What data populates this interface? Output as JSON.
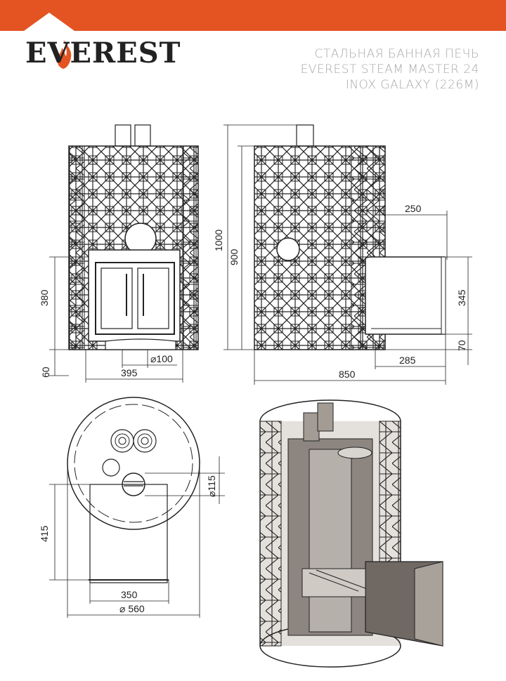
{
  "brand": {
    "name": "EVEREST",
    "accent_color": "#e35422",
    "logo_icon": "flame-icon"
  },
  "title": {
    "line1": "СТАЛЬНАЯ БАННАЯ ПЕЧЬ",
    "line2": "EVEREST STEAM MASTER 24",
    "line3": "INOX GALAXY (226M)"
  },
  "dimensions": {
    "front_height_380": "380",
    "front_height_60": "60",
    "front_width_395": "395",
    "front_diameter_100": "⌀100",
    "side_height_1000": "1000",
    "side_height_900": "900",
    "side_width_250": "250",
    "side_height_345": "345",
    "side_height_70": "70",
    "side_width_285": "285",
    "side_width_850": "850",
    "top_diameter_115": "⌀115",
    "top_height_415": "415",
    "top_width_350": "350",
    "top_diameter_560": "⌀ 560"
  }
}
